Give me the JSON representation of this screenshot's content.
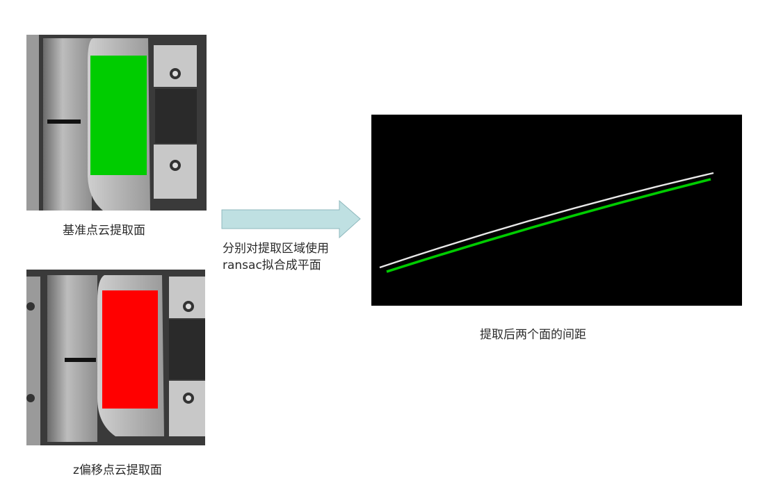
{
  "captions": {
    "reference": "基准点云提取面",
    "offset": "z偏移点云提取面",
    "result": "提取后两个面的间距"
  },
  "arrow_label": {
    "line1": "分别对提取区域使用",
    "line2": "ransac拟合成平面"
  },
  "colors": {
    "reference_region": "#00cc00",
    "offset_region": "#ff0000",
    "result_background": "#000000",
    "arrow_fill": "#bfe0e2",
    "arrow_stroke": "#8fb8bd"
  }
}
